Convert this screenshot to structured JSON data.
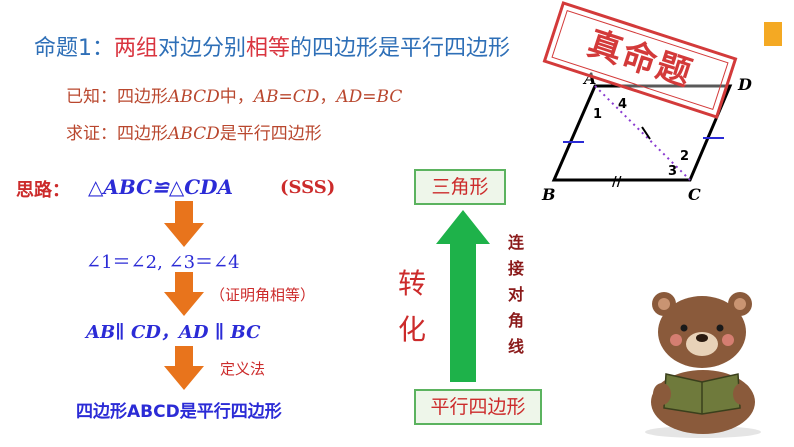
{
  "title": {
    "prefix": "命题1：",
    "w1": "两组",
    "w2": "对边分别",
    "w3": "相等",
    "w4": "的四边形是平行四边形"
  },
  "given": {
    "prefix": "已知：四边形",
    "quad": "ABCD",
    "mid": "中，",
    "eq1": "AB=CD",
    "sep": "，",
    "eq2": "AD=BC"
  },
  "prove": {
    "prefix": "求证：四边形",
    "quad": "ABCD",
    "suffix": "是平行四边形"
  },
  "stamp": "真命题",
  "thinking": {
    "label": "思路：",
    "congruence": "△ABC≌△CDA",
    "method": "(SSS)",
    "step1": "∠1＝∠2, ∠3＝∠4",
    "note1": "（证明角相等）",
    "step2": "AB∥ CD，AD ∥ BC",
    "note2": "定义法",
    "conclusion": "四边形ABCD是平行四边形"
  },
  "transform": {
    "top_box": "三角形",
    "bottom_box": "平行四边形",
    "word": [
      "转",
      "化"
    ],
    "vertical": [
      "连",
      "接",
      "对",
      "角",
      "线"
    ]
  },
  "figure": {
    "vertices": [
      "A",
      "B",
      "C",
      "D"
    ],
    "angles": [
      "1",
      "2",
      "3",
      "4"
    ],
    "tick_mark": "//"
  },
  "colors": {
    "title_blue": "#2e6fb7",
    "red": "#cc2b2b",
    "blue": "#2b2bd6",
    "arrow_orange": "#e8741c",
    "arrow_green": "#1eb24a",
    "accent_orange": "#f4a923"
  }
}
